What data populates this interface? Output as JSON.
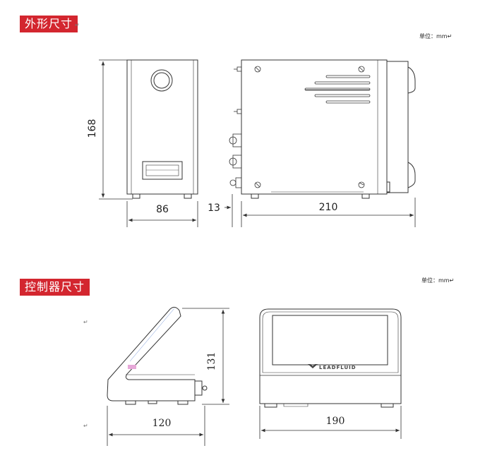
{
  "sections": {
    "outline": {
      "title": "外形尺寸",
      "unit": "单位：mm↵"
    },
    "controller": {
      "title": "控制器尺寸",
      "unit": "单位：mm↵"
    }
  },
  "dimensions": {
    "front_height": "168",
    "front_width": "86",
    "side_offset": "13",
    "side_length": "210",
    "controller_height": "131",
    "controller_depth": "120",
    "controller_width": "190"
  },
  "brand": "LEADFLUID",
  "colors": {
    "title_bg": "#d3262f",
    "line": "#333333",
    "dim": "#222222"
  }
}
